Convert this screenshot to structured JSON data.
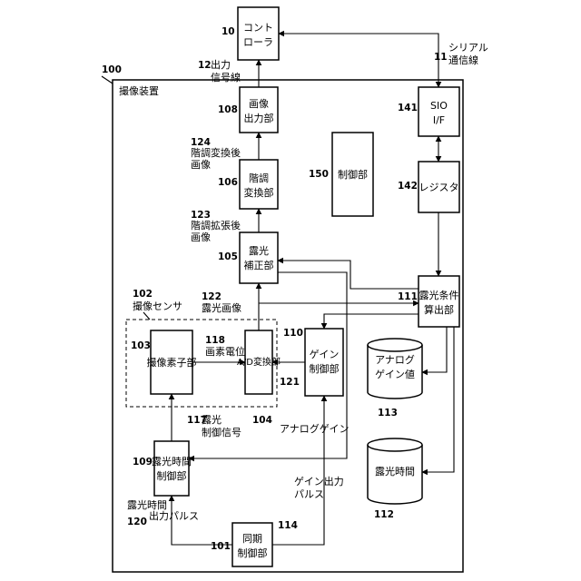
{
  "title_label": "撮像装置",
  "ref_device": "100",
  "blocks": {
    "controller": {
      "label1": "コント",
      "label2": "ローラ",
      "ref": "10"
    },
    "image_output": {
      "label1": "画像",
      "label2": "出力部",
      "ref": "108"
    },
    "gradation_conv": {
      "label1": "階調",
      "label2": "変換部",
      "ref": "106"
    },
    "exposure_corr": {
      "label1": "露光",
      "label2": "補正部",
      "ref": "105"
    },
    "control_unit": {
      "label": "制御部",
      "ref": "150"
    },
    "sio": {
      "label1": "SIO",
      "label2": "I/F",
      "ref": "141"
    },
    "register": {
      "label": "レジスタ",
      "ref": "142"
    },
    "exp_cond_calc": {
      "label1": "露光条件",
      "label2": "算出部",
      "ref": "111"
    },
    "image_sensor": {
      "label": "撮像素子部",
      "ref": "103"
    },
    "ad_converter": {
      "label": "A/D変換部",
      "ref": "104"
    },
    "gain_control": {
      "label1": "ゲイン",
      "label2": "制御部",
      "ref": "110"
    },
    "analog_gain_store": {
      "label1": "アナログ",
      "label2": "ゲイン値",
      "ref": "113"
    },
    "exposure_time_store": {
      "label": "露光時間",
      "ref": "112"
    },
    "exp_time_control": {
      "label1": "露光時間",
      "label2": "制御部",
      "ref": "109"
    },
    "sync_control": {
      "label1": "同期",
      "label2": "制御部",
      "ref": "101"
    }
  },
  "sensor_group": {
    "ref": "102",
    "label": "撮像センサ"
  },
  "signals": {
    "output_signal_line": {
      "ref": "12",
      "label1": "出力",
      "label2": "信号線"
    },
    "serial_line": {
      "ref": "11",
      "label1": "シリアル",
      "label2": "通信線"
    },
    "gradation_converted_image": {
      "ref": "124",
      "label1": "階調変換後",
      "label2": "画像"
    },
    "gradation_extended_image": {
      "ref": "123",
      "label1": "階調拡張後",
      "label2": "画像"
    },
    "exposure_image": {
      "ref": "122",
      "label": "露光画像"
    },
    "pixel_potential": {
      "ref": "118",
      "label": "画素電位"
    },
    "analog_gain": {
      "ref": "121",
      "label": "アナログゲイン"
    },
    "exposure_control_signal": {
      "ref": "117",
      "label1": "露光",
      "label2": "制御信号"
    },
    "exposure_time_pulse": {
      "ref": "120",
      "label1": "露光時間",
      "label2": "出力パルス"
    },
    "gain_output_pulse": {
      "ref": "114",
      "label1": "ゲイン出力",
      "label2": "パルス"
    }
  }
}
